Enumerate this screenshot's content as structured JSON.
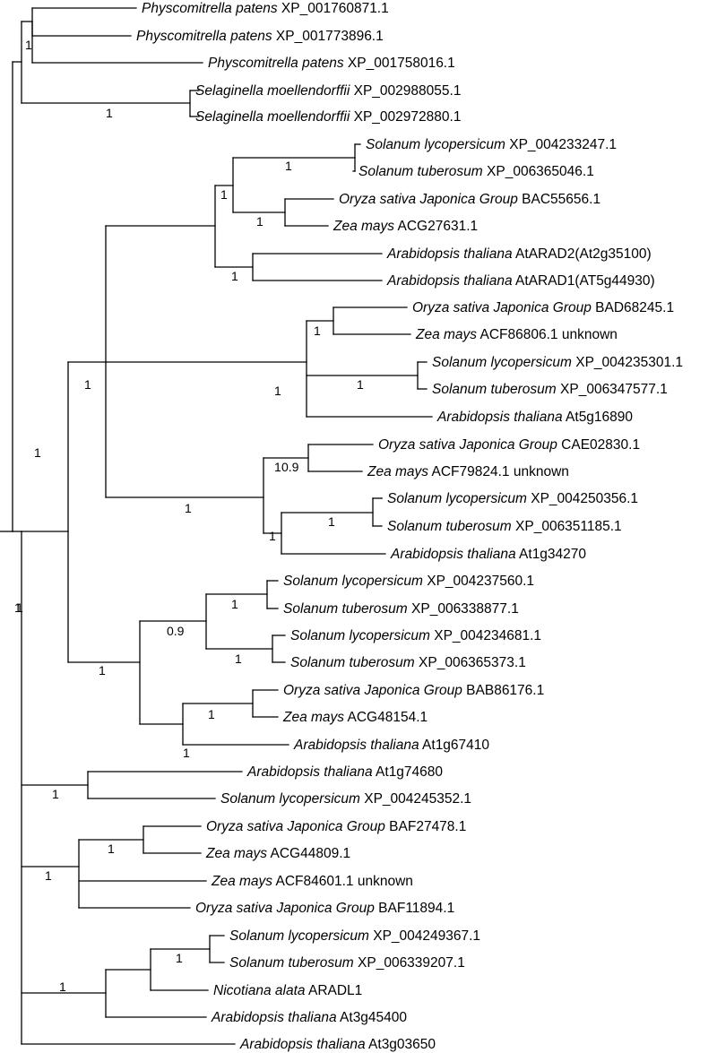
{
  "tree": {
    "leaves": [
      {
        "species": "Physcomitrella patens",
        "accession": "XP_001760871.1"
      },
      {
        "species": "Physcomitrella patens",
        "accession": "XP_001773896.1"
      },
      {
        "species": "Physcomitrella patens",
        "accession": "XP_001758016.1"
      },
      {
        "species": "Selaginella moellendorffii",
        "accession": "XP_002988055.1"
      },
      {
        "species": "Selaginella moellendorffii",
        "accession": "XP_002972880.1"
      },
      {
        "species": "Solanum lycopersicum",
        "accession": "XP_004233247.1"
      },
      {
        "species": "Solanum tuberosum",
        "accession": "XP_006365046.1"
      },
      {
        "species": "Oryza sativa Japonica Group",
        "accession": "BAC55656.1"
      },
      {
        "species": "Zea mays",
        "accession": "ACG27631.1"
      },
      {
        "species": "Arabidopsis thaliana",
        "accession": "AtARAD2(At2g35100)"
      },
      {
        "species": "Arabidopsis thaliana",
        "accession": "AtARAD1(AT5g44930)"
      },
      {
        "species": "Oryza sativa Japonica Group",
        "accession": "BAD68245.1"
      },
      {
        "species": "Zea mays",
        "accession": "ACF86806.1 unknown"
      },
      {
        "species": "Solanum lycopersicum",
        "accession": "XP_004235301.1"
      },
      {
        "species": "Solanum tuberosum",
        "accession": "XP_006347577.1"
      },
      {
        "species": "Arabidopsis thaliana",
        "accession": "At5g16890"
      },
      {
        "species": "Oryza sativa Japonica Group",
        "accession": "CAE02830.1"
      },
      {
        "species": "Zea mays",
        "accession": "ACF79824.1 unknown"
      },
      {
        "species": "Solanum lycopersicum",
        "accession": "XP_004250356.1"
      },
      {
        "species": "Solanum tuberosum",
        "accession": "XP_006351185.1"
      },
      {
        "species": "Arabidopsis thaliana",
        "accession": "At1g34270"
      },
      {
        "species": "Solanum lycopersicum",
        "accession": "XP_004237560.1"
      },
      {
        "species": "Solanum tuberosum",
        "accession": "XP_006338877.1"
      },
      {
        "species": "Solanum lycopersicum",
        "accession": "XP_004234681.1"
      },
      {
        "species": "Solanum tuberosum",
        "accession": "XP_006365373.1"
      },
      {
        "species": "Oryza sativa Japonica Group",
        "accession": "BAB86176.1"
      },
      {
        "species": "Zea mays",
        "accession": "ACG48154.1"
      },
      {
        "species": "Arabidopsis thaliana",
        "accession": "At1g67410"
      },
      {
        "species": "Arabidopsis thaliana",
        "accession": "At1g74680"
      },
      {
        "species": "Solanum lycopersicum",
        "accession": "XP_004245352.1"
      },
      {
        "species": "Oryza sativa Japonica Group",
        "accession": "BAF27478.1"
      },
      {
        "species": "Zea mays",
        "accession": "ACG44809.1"
      },
      {
        "species": "Zea mays",
        "accession": "ACF84601.1 unknown"
      },
      {
        "species": "Oryza sativa Japonica Group",
        "accession": "BAF11894.1"
      },
      {
        "species": "Solanum lycopersicum",
        "accession": "XP_004249367.1"
      },
      {
        "species": "Solanum tuberosum",
        "accession": "XP_006339207.1"
      },
      {
        "species": "Nicotiana alata",
        "accession": "ARADL1"
      },
      {
        "species": "Arabidopsis thaliana",
        "accession": "At3g45400"
      },
      {
        "species": "Arabidopsis thaliana",
        "accession": "At3g03650"
      }
    ],
    "support_values": [
      "1",
      "1",
      "1",
      "1",
      "1",
      "1",
      "1",
      "1",
      "1",
      "1",
      "1",
      "1",
      "0.9",
      "1",
      "1",
      "1",
      "1",
      "0.9",
      "1",
      "1",
      "1",
      "1",
      "1",
      "1",
      "1",
      "1",
      "1",
      "1",
      "1",
      "1",
      "1",
      "1"
    ]
  }
}
